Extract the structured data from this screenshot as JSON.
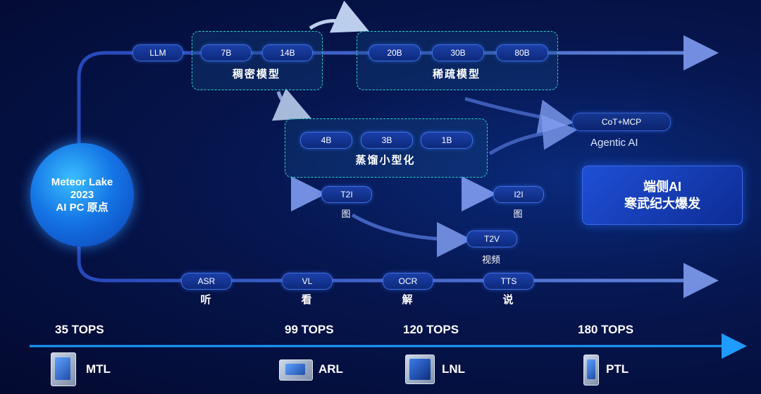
{
  "hub": {
    "line1": "Meteor Lake",
    "line2": "2023",
    "line3": "AI PC 原点"
  },
  "llm_row": {
    "start": "LLM",
    "dense": {
      "label": "稠密模型",
      "items": [
        "7B",
        "14B"
      ]
    },
    "sparse": {
      "label": "稀疏模型",
      "items": [
        "20B",
        "30B",
        "80B"
      ]
    }
  },
  "distill": {
    "label": "蒸馏小型化",
    "items": [
      "4B",
      "3B",
      "1B"
    ]
  },
  "agentic": {
    "pill": "CoT+MCP",
    "label": "Agentic AI"
  },
  "image_row": {
    "t2i": "T2I",
    "t2i_sub": "图",
    "i2i": "I2I",
    "i2i_sub": "图",
    "t2v": "T2V",
    "t2v_sub": "视频"
  },
  "callout": {
    "line1": "端侧AI",
    "line2": "寒武纪大爆发"
  },
  "bottom_row": [
    {
      "tag": "ASR",
      "sub": "听"
    },
    {
      "tag": "VL",
      "sub": "看"
    },
    {
      "tag": "OCR",
      "sub": "解"
    },
    {
      "tag": "TTS",
      "sub": "说"
    }
  ],
  "timeline": {
    "tops": [
      "35 TOPS",
      "99 TOPS",
      "120 TOPS",
      "180 TOPS"
    ],
    "chips": [
      "MTL",
      "ARL",
      "LNL",
      "PTL"
    ]
  },
  "colors": {
    "accent": "#2fd3c4",
    "arrow": "#1e9bff",
    "pill": "#1b3fa8"
  }
}
